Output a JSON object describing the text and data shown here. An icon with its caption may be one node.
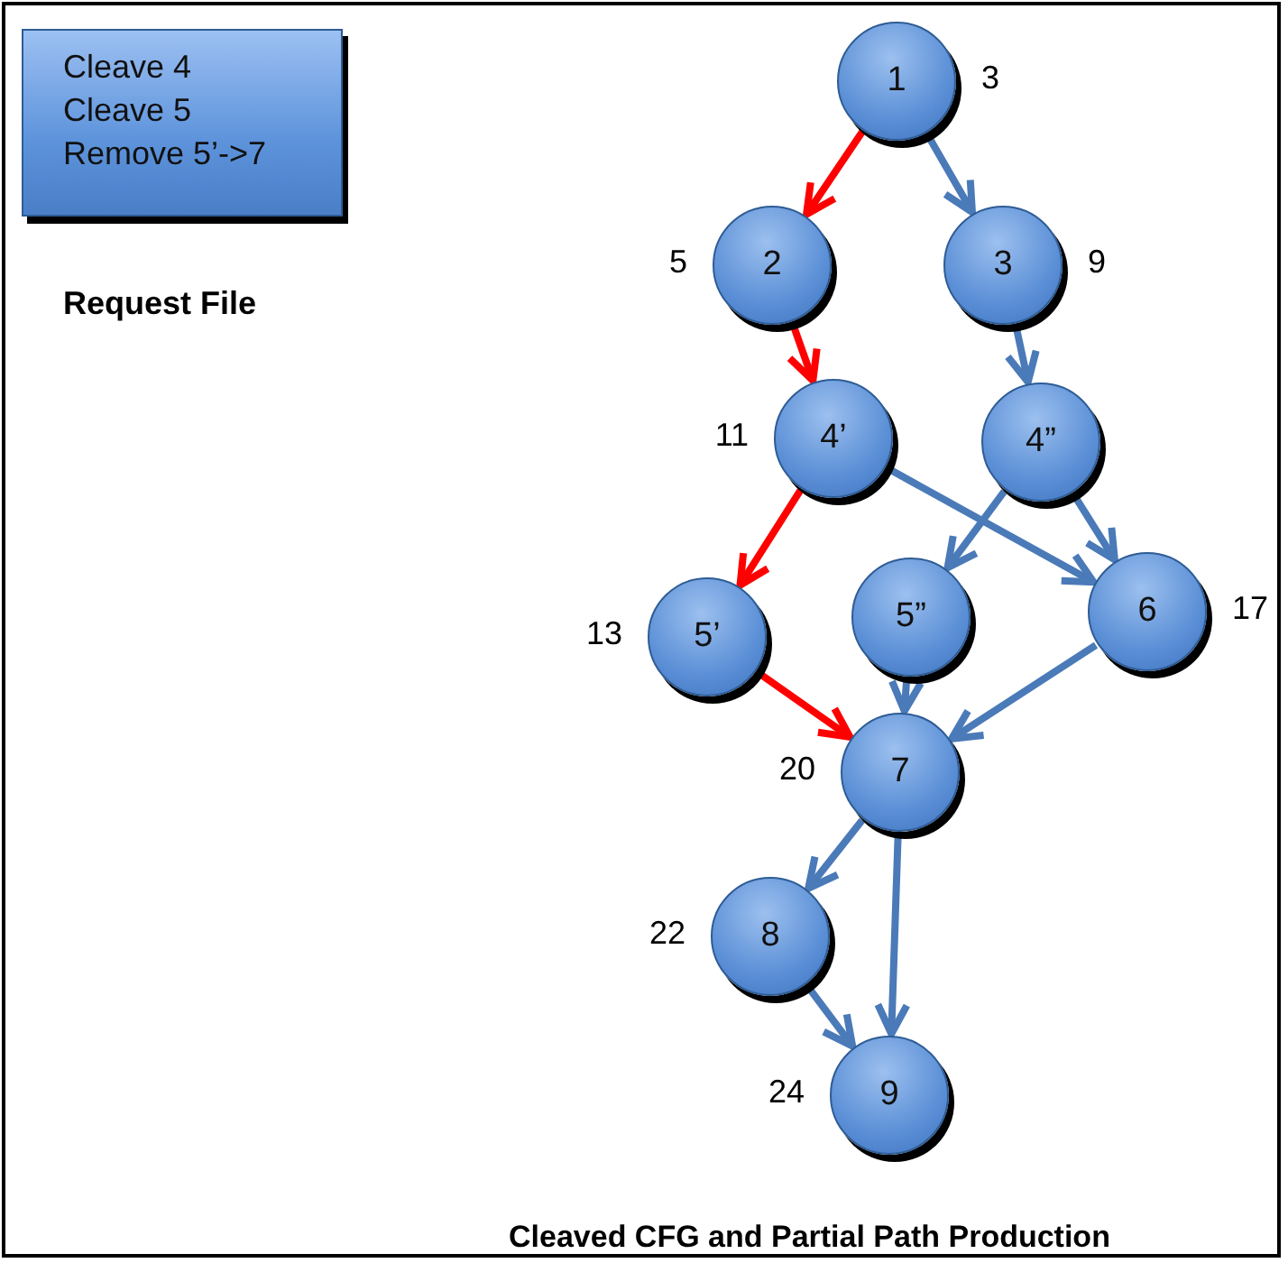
{
  "diagram": {
    "caption": "Cleaved CFG and Partial Path Production",
    "nodes": [
      {
        "text": [
          "Cleave 4",
          "Cleave 5",
          "Remove 5’->7"
        ],
        "beside": [
          "Request File"
        ]
      },
      {
        "text": [
          "1"
        ],
        "beside": [
          "3"
        ]
      },
      {
        "text": [
          "2"
        ],
        "beside": [
          "5"
        ]
      },
      {
        "text": [
          "3"
        ],
        "beside": [
          "9"
        ]
      },
      {
        "text": [
          "4’"
        ],
        "beside": [
          "11"
        ]
      },
      {
        "text": [
          "4”"
        ]
      },
      {
        "text": [
          "5’"
        ],
        "beside": [
          "13"
        ]
      },
      {
        "text": [
          "5”"
        ]
      },
      {
        "text": [
          "6"
        ],
        "beside": [
          "17"
        ]
      },
      {
        "text": [
          "7"
        ],
        "beside": [
          "20"
        ]
      },
      {
        "text": [
          "8"
        ],
        "beside": [
          "22"
        ]
      },
      {
        "text": [
          "9"
        ],
        "beside": [
          "24"
        ]
      }
    ],
    "edges": [
      {
        "from": 1,
        "to": 2,
        "arrow": "to",
        "color": "#ff0000"
      },
      {
        "from": 1,
        "to": 3,
        "arrow": "to"
      },
      {
        "from": 2,
        "to": 4,
        "arrow": "to",
        "color": "#ff0000"
      },
      {
        "from": 3,
        "to": 5,
        "arrow": "to"
      },
      {
        "from": 4,
        "to": 6,
        "arrow": "to",
        "color": "#ff0000"
      },
      {
        "from": 4,
        "to": 8,
        "arrow": "to"
      },
      {
        "from": 5,
        "to": 7,
        "arrow": "to"
      },
      {
        "from": 5,
        "to": 8,
        "arrow": "to"
      },
      {
        "from": 6,
        "to": 9,
        "arrow": "to",
        "color": "#ff0000"
      },
      {
        "from": 7,
        "to": 9,
        "arrow": "to"
      },
      {
        "from": 8,
        "to": 9,
        "arrow": "to"
      },
      {
        "from": 9,
        "to": 10,
        "arrow": "to"
      },
      {
        "from": 9,
        "to": 11,
        "arrow": "to"
      },
      {
        "from": 10,
        "to": 11,
        "arrow": "to"
      }
    ]
  }
}
